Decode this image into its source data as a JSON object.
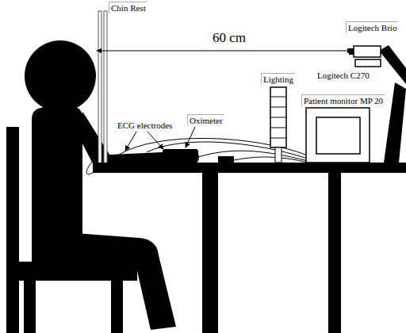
{
  "diagram": {
    "labels": [
      "Chin Rest",
      "60 cm",
      "Logitech Brio",
      "Logitech C270",
      "Lighting",
      "Patient monitor MP 20",
      "ECG electrodes",
      "Oximeter"
    ]
  }
}
